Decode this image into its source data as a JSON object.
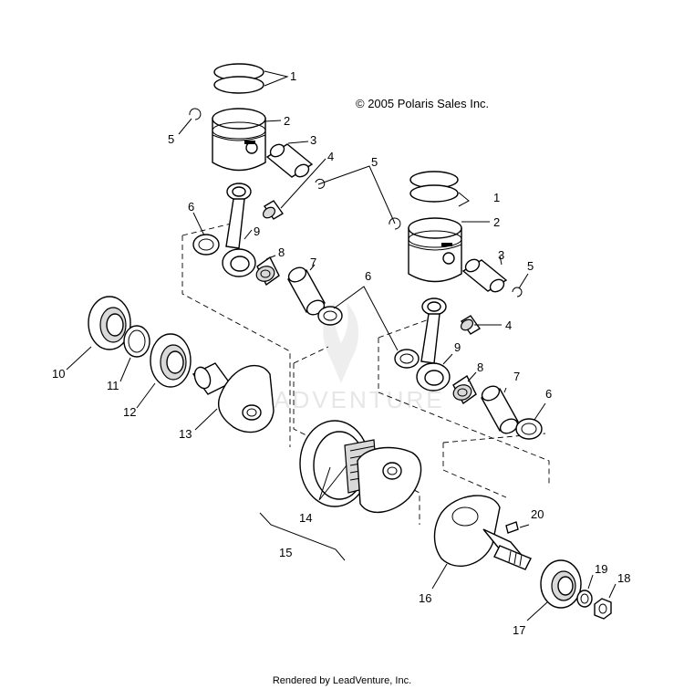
{
  "copyright": "© 2005 Polaris Sales Inc.",
  "footer": "Rendered by LeadVenture, Inc.",
  "watermark": "LEADVENTURE",
  "callouts": {
    "c1a": "1",
    "c1b": "1",
    "c2a": "2",
    "c2b": "2",
    "c3a": "3",
    "c3b": "3",
    "c4a": "4",
    "c4b": "4",
    "c5a": "5",
    "c5b": "5",
    "c5c": "5",
    "c6a": "6",
    "c6b": "6",
    "c6c": "6",
    "c7a": "7",
    "c7b": "7",
    "c8a": "8",
    "c8b": "8",
    "c9a": "9",
    "c9b": "9",
    "c10": "10",
    "c11": "11",
    "c12": "12",
    "c13": "13",
    "c14": "14",
    "c15": "15",
    "c16": "16",
    "c17": "17",
    "c18": "18",
    "c19": "19",
    "c20": "20"
  }
}
